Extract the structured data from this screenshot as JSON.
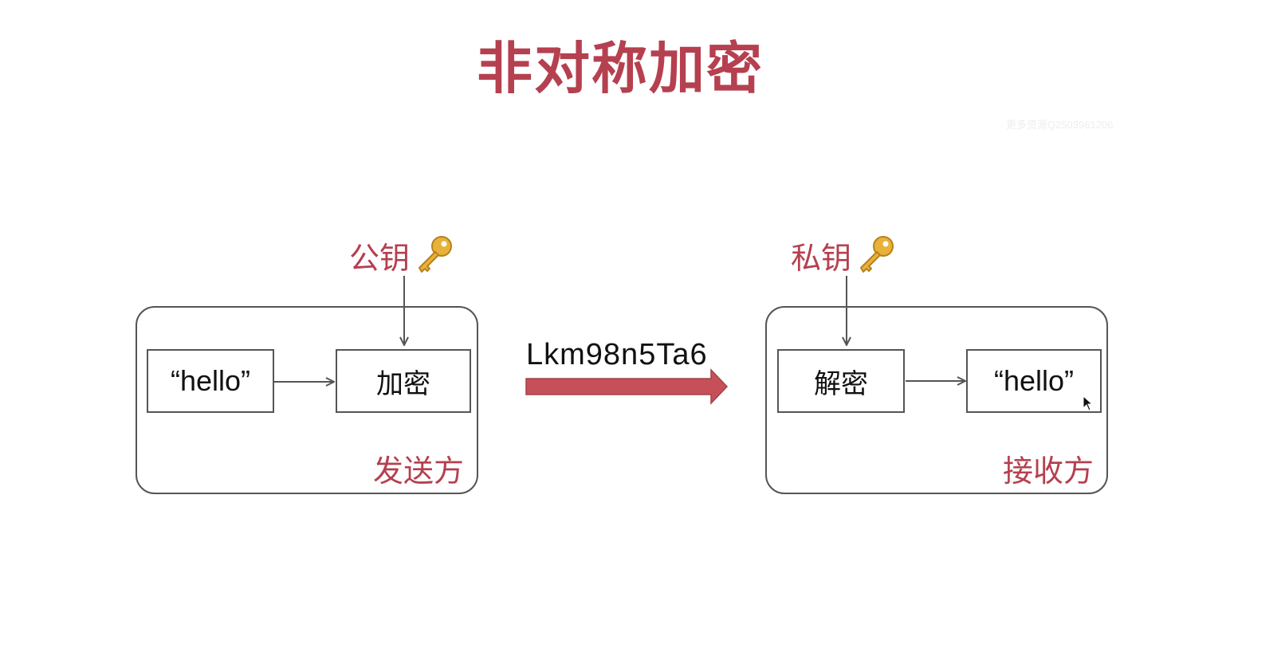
{
  "title": "非对称加密",
  "watermark": "更多资源Q2503961206",
  "sender": {
    "key_label": "公钥",
    "key_icon": "key-icon",
    "input_text": "“hello”",
    "process_label": "加密",
    "party_label": "发送方"
  },
  "transmission": {
    "ciphertext": "Lkm98n5Ta6"
  },
  "receiver": {
    "key_label": "私钥",
    "key_icon": "key-icon",
    "process_label": "解密",
    "output_text": "“hello”",
    "party_label": "接收方"
  },
  "colors": {
    "accent": "#b5404f",
    "arrow_fill": "#c65059",
    "border": "#555555",
    "key_gold": "#e8b23a"
  }
}
